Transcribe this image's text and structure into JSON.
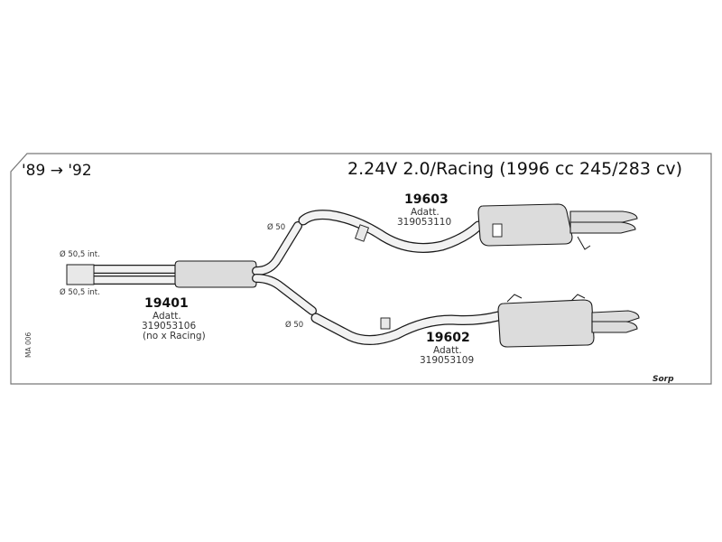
{
  "header": {
    "date_range": "'89 → '92",
    "model_title": "2.24V 2.0/Racing (1996 cc 245/283 cv)"
  },
  "labels": {
    "diameter_50_top": "Ø 50",
    "diameter_50_bottom": "Ø 50",
    "diameter_505_top": "Ø 50,5 int.",
    "diameter_505_bottom": "Ø 50,5 int."
  },
  "parts": [
    {
      "number": "19401",
      "adapt": "Adatt.",
      "code": "319053106",
      "note": "(no x Racing)"
    },
    {
      "number": "19603",
      "adapt": "Adatt.",
      "code": "319053110"
    },
    {
      "number": "19602",
      "adapt": "Adatt.",
      "code": "319053109"
    }
  ],
  "side_code": "MA 006",
  "brand_logo": "Sorp",
  "colors": {
    "part_fill": "#dcdcdc",
    "outline": "#1a1a1a",
    "frame": "#777777"
  }
}
